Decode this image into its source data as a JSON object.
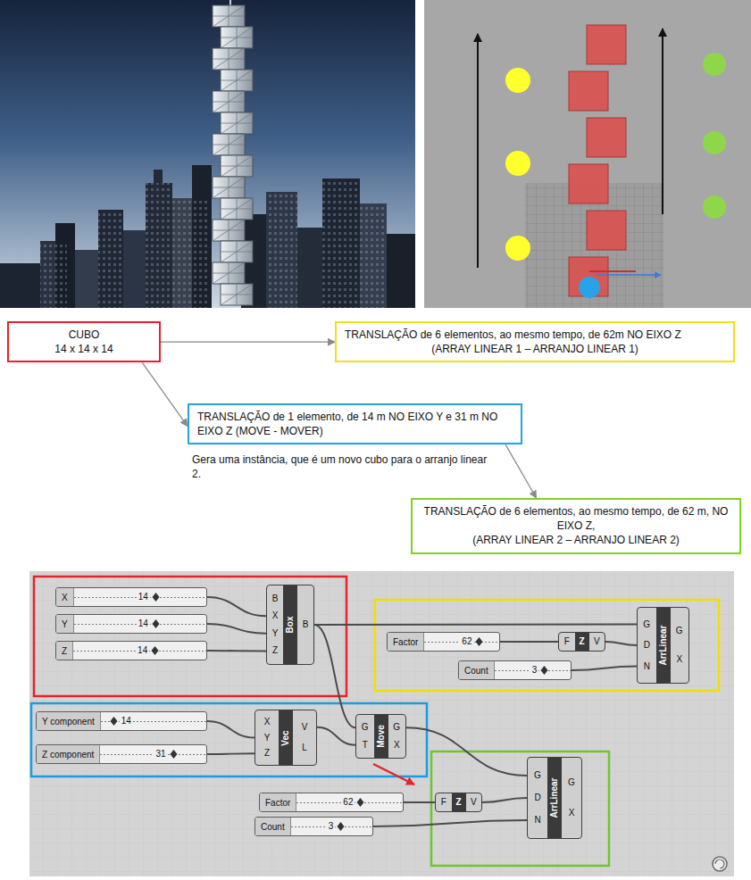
{
  "diagram": {
    "nodes": [
      {
        "text": [
          "CUBO",
          "14 x 14 x 14"
        ]
      },
      {
        "text": [
          "TRANSLAÇÃO de 6 elementos, ao mesmo tempo, de 62m NO EIXO Z",
          "(ARRAY LINEAR 1 – ARRANJO LINEAR 1)"
        ]
      },
      {
        "text": [
          "TRANSLAÇÃO de 1 elemento, de 14 m NO EIXO Y e 31 m NO EIXO Z (MOVE - MOVER)"
        ]
      },
      {
        "text": [
          "TRANSLAÇÃO de 6 elementos, ao mesmo tempo, de 62 m, NO EIXO Z,",
          "(ARRAY LINEAR 2 – ARRANJO LINEAR 2)"
        ]
      },
      {
        "text": [
          "X",
          "14"
        ]
      },
      {
        "text": [
          "Y",
          "14"
        ]
      },
      {
        "text": [
          "Z",
          "14"
        ]
      },
      {
        "text": [
          "B",
          "X",
          "Y",
          "Z",
          "Box",
          "B"
        ]
      },
      {
        "text": [
          "Factor",
          "62"
        ]
      },
      {
        "text": [
          "F",
          "Z",
          "V"
        ]
      },
      {
        "text": [
          "Count",
          "3"
        ]
      },
      {
        "text": [
          "G",
          "D",
          "N",
          "ArrLinear",
          "G",
          "X"
        ]
      },
      {
        "text": [
          "Y component",
          "14"
        ]
      },
      {
        "text": [
          "Z component",
          "31"
        ]
      },
      {
        "text": [
          "X",
          "Y",
          "Z",
          "Vec",
          "V",
          "L"
        ]
      },
      {
        "text": [
          "G",
          "T",
          "Move",
          "G",
          "X"
        ]
      },
      {
        "text": [
          "Factor",
          "62"
        ]
      },
      {
        "text": [
          "F",
          "Z",
          "V"
        ]
      },
      {
        "text": [
          "Count",
          "3"
        ]
      },
      {
        "text": [
          "G",
          "D",
          "N",
          "ArrLinear",
          "G",
          "X"
        ]
      }
    ],
    "edges": [
      {
        "from": 0,
        "to": 1,
        "arrow": "to"
      },
      {
        "from": 0,
        "to": 2,
        "arrow": "to"
      },
      {
        "from": 2,
        "to": 3,
        "arrow": "to"
      },
      {
        "from": 4,
        "to": 7,
        "arrow": "none"
      },
      {
        "from": 5,
        "to": 7,
        "arrow": "none"
      },
      {
        "from": 6,
        "to": 7,
        "arrow": "none"
      },
      {
        "from": 7,
        "to": 11,
        "arrow": "none"
      },
      {
        "from": 7,
        "to": 15,
        "arrow": "none"
      },
      {
        "from": 8,
        "to": 9,
        "arrow": "none"
      },
      {
        "from": 9,
        "to": 11,
        "arrow": "none"
      },
      {
        "from": 10,
        "to": 11,
        "arrow": "none"
      },
      {
        "from": 12,
        "to": 14,
        "arrow": "none"
      },
      {
        "from": 13,
        "to": 14,
        "arrow": "none"
      },
      {
        "from": 14,
        "to": 15,
        "arrow": "none"
      },
      {
        "from": 15,
        "to": 19,
        "arrow": "none"
      },
      {
        "from": 16,
        "to": 17,
        "arrow": "none"
      },
      {
        "from": 17,
        "to": 19,
        "arrow": "none"
      },
      {
        "from": 18,
        "to": 19,
        "arrow": "none"
      }
    ],
    "labels": [
      "Gera uma instância, que é um novo cubo para o arranjo linear 2."
    ]
  }
}
